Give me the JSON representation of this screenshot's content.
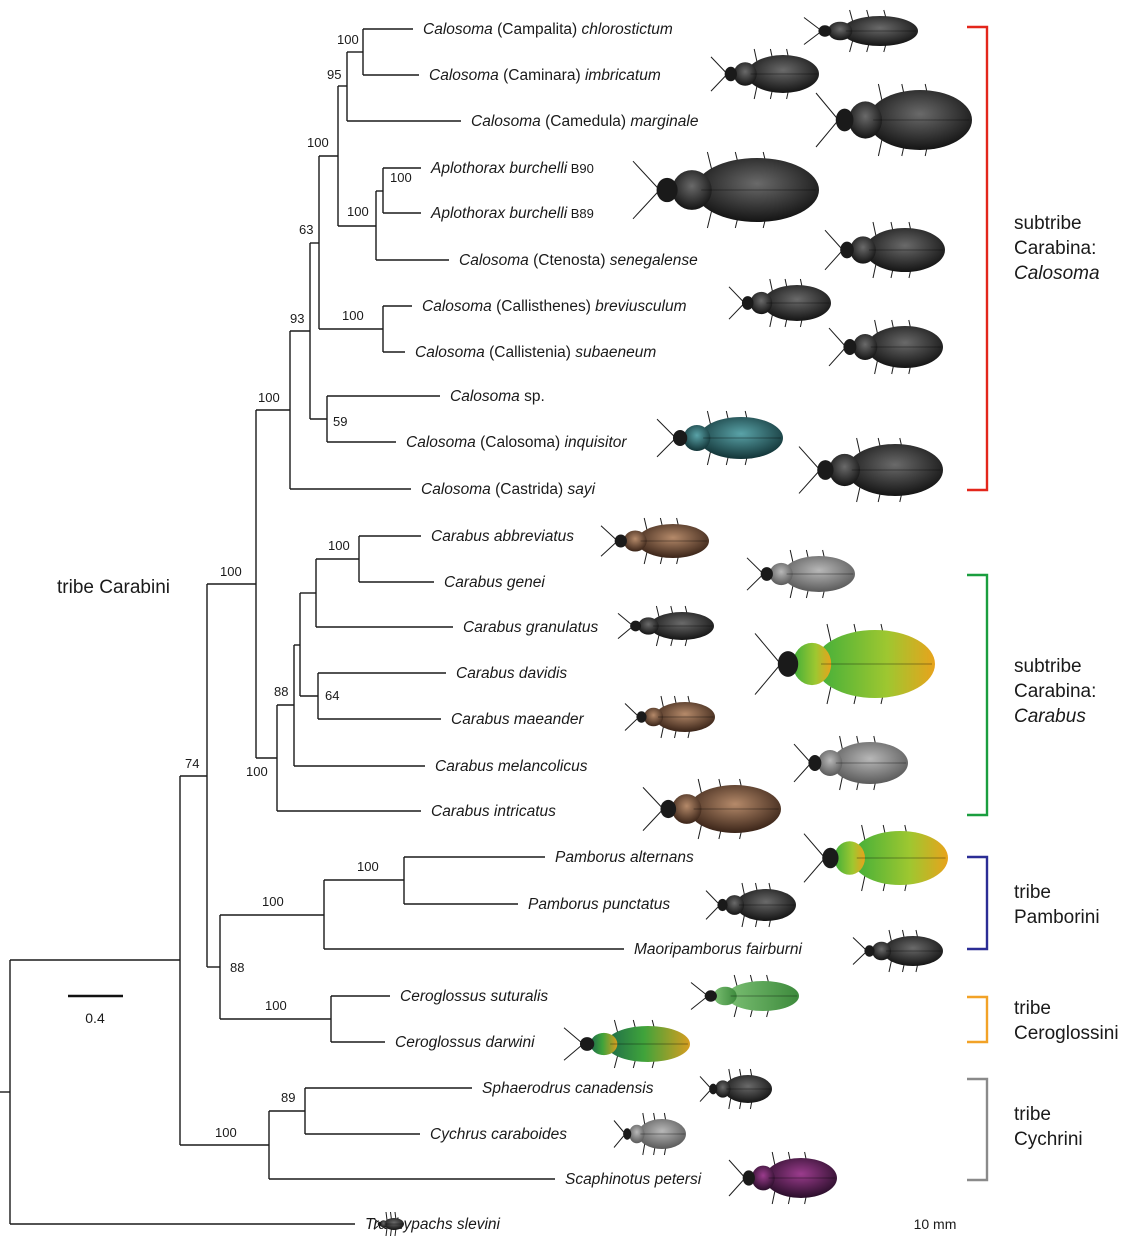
{
  "taxa": [
    {
      "pre": "Calosoma (",
      "mid": "Campalita",
      "post": ") chlorostictum",
      "label": ""
    },
    {
      "pre": "Calosoma (",
      "mid": "Caminara",
      "post": ") imbricatum",
      "label": ""
    },
    {
      "pre": "Calosoma (",
      "mid": "Camedula",
      "post": ") marginale",
      "label": ""
    },
    {
      "pre": "Aplothorax burchelli",
      "mid": "",
      "post": "",
      "label": "B90"
    },
    {
      "pre": "Aplothorax burchelli",
      "mid": "",
      "post": "",
      "label": "B89"
    },
    {
      "pre": "Calosoma (",
      "mid": "Ctenosta",
      "post": ") senegalense",
      "label": ""
    },
    {
      "pre": "Calosoma (",
      "mid": "Callisthenes",
      "post": ") breviusculum",
      "label": ""
    },
    {
      "pre": "Calosoma (",
      "mid": "Callistenia",
      "post": ") subaeneum",
      "label": ""
    },
    {
      "pre": "Calosoma",
      "mid": "",
      "post": "",
      "label": "sp."
    },
    {
      "pre": "Calosoma (",
      "mid": "Calosoma",
      "post": ") inquisitor",
      "label": ""
    },
    {
      "pre": "Calosoma (",
      "mid": "Castrida",
      "post": ") sayi",
      "label": ""
    },
    {
      "pre": "Carabus abbreviatus",
      "mid": "",
      "post": "",
      "label": ""
    },
    {
      "pre": "Carabus genei",
      "mid": "",
      "post": "",
      "label": ""
    },
    {
      "pre": "Carabus granulatus",
      "mid": "",
      "post": "",
      "label": ""
    },
    {
      "pre": "Carabus davidis",
      "mid": "",
      "post": "",
      "label": ""
    },
    {
      "pre": "Carabus maeander",
      "mid": "",
      "post": "",
      "label": ""
    },
    {
      "pre": "Carabus melancolicus",
      "mid": "",
      "post": "",
      "label": ""
    },
    {
      "pre": "Carabus intricatus",
      "mid": "",
      "post": "",
      "label": ""
    },
    {
      "pre": "Pamborus alternans",
      "mid": "",
      "post": "",
      "label": ""
    },
    {
      "pre": "Pamborus punctatus",
      "mid": "",
      "post": "",
      "label": ""
    },
    {
      "pre": "Maoripamborus fairburni",
      "mid": "",
      "post": "",
      "label": ""
    },
    {
      "pre": "Ceroglossus suturalis",
      "mid": "",
      "post": "",
      "label": ""
    },
    {
      "pre": "Ceroglossus darwini",
      "mid": "",
      "post": "",
      "label": ""
    },
    {
      "pre": "Sphaerodrus canadensis",
      "mid": "",
      "post": "",
      "label": ""
    },
    {
      "pre": "Cychrus caraboides",
      "mid": "",
      "post": "",
      "label": ""
    },
    {
      "pre": "Scaphinotus petersi",
      "mid": "",
      "post": "",
      "label": ""
    },
    {
      "pre": "Trachypachs slevini",
      "mid": "",
      "post": "",
      "label": ""
    }
  ],
  "support": [
    "100",
    "95",
    "100",
    "100",
    "100",
    "63",
    "100",
    "93",
    "59",
    "100",
    "100",
    "100",
    "64",
    "88",
    "100",
    "100",
    "100",
    "88",
    "100",
    "74",
    "89",
    "100"
  ],
  "groups": [
    {
      "lines": [
        "subtribe",
        "Carabina:"
      ],
      "italic": "Calosoma",
      "color": "#e3261b"
    },
    {
      "lines": [
        "subtribe",
        "Carabina:"
      ],
      "italic": "Carabus",
      "color": "#1a9e3f"
    },
    {
      "lines": [
        "tribe",
        "Pamborini"
      ],
      "italic": "",
      "color": "#2b2d95"
    },
    {
      "lines": [
        "tribe",
        "Ceroglossini"
      ],
      "italic": "",
      "color": "#f2a227"
    },
    {
      "lines": [
        "tribe",
        "Cychrini"
      ],
      "italic": "",
      "color": "#8a8a8a"
    }
  ],
  "tribe_label": "tribe Carabini",
  "scale_bar_label": "0.4",
  "size_scale_label": "10 mm"
}
